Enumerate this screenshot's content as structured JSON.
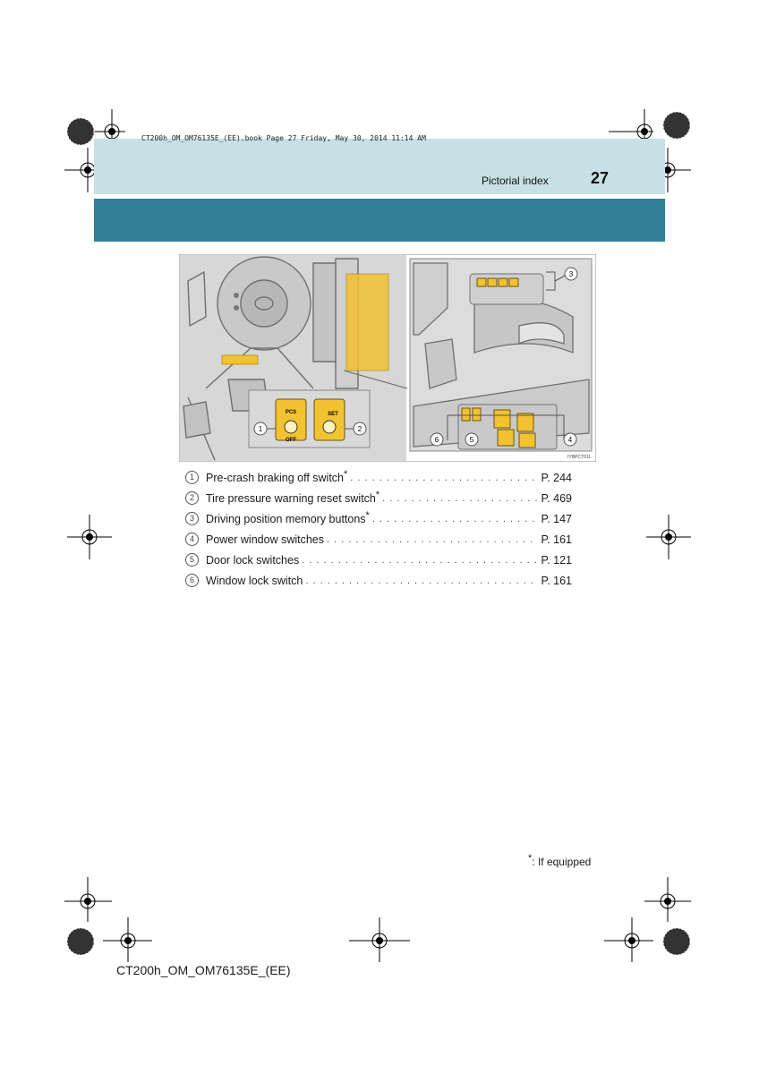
{
  "header": {
    "print_info": "CT200h_OM_OM76135E_(EE).book  Page 27  Friday, May 30, 2014  11:14 AM",
    "section_title": "Pictorial index",
    "page_number": "27",
    "colors": {
      "light_band": "#c6e0e6",
      "dark_band": "#347f98"
    }
  },
  "illustration": {
    "image_code": "IYBPCT011",
    "callouts": {
      "pcs_switch": {
        "number": "1",
        "line1": "PCS",
        "line2": "OFF"
      },
      "set_switch": {
        "number": "2",
        "label": "SET"
      },
      "memory_buttons": {
        "number": "3"
      },
      "window_switches": {
        "number": "4"
      },
      "door_lock": {
        "number": "5"
      },
      "window_lock": {
        "number": "6"
      }
    },
    "highlight_color": "#f2c230"
  },
  "index": [
    {
      "num": "1",
      "label": "Pre-crash braking off switch",
      "star": "*",
      "page": "P. 244"
    },
    {
      "num": "2",
      "label": "Tire pressure warning reset switch",
      "star": "*",
      "page": "P. 469"
    },
    {
      "num": "3",
      "label": "Driving position memory buttons",
      "star": "*",
      "page": "P. 147"
    },
    {
      "num": "4",
      "label": "Power window switches",
      "star": "",
      "page": "P. 161"
    },
    {
      "num": "5",
      "label": "Door lock switches",
      "star": "",
      "page": "P. 121"
    },
    {
      "num": "6",
      "label": "Window lock switch",
      "star": "",
      "page": "P. 161"
    }
  ],
  "footnote": {
    "star": "*",
    "text": ": If equipped"
  },
  "footer": {
    "book_id": "CT200h_OM_OM76135E_(EE)"
  }
}
